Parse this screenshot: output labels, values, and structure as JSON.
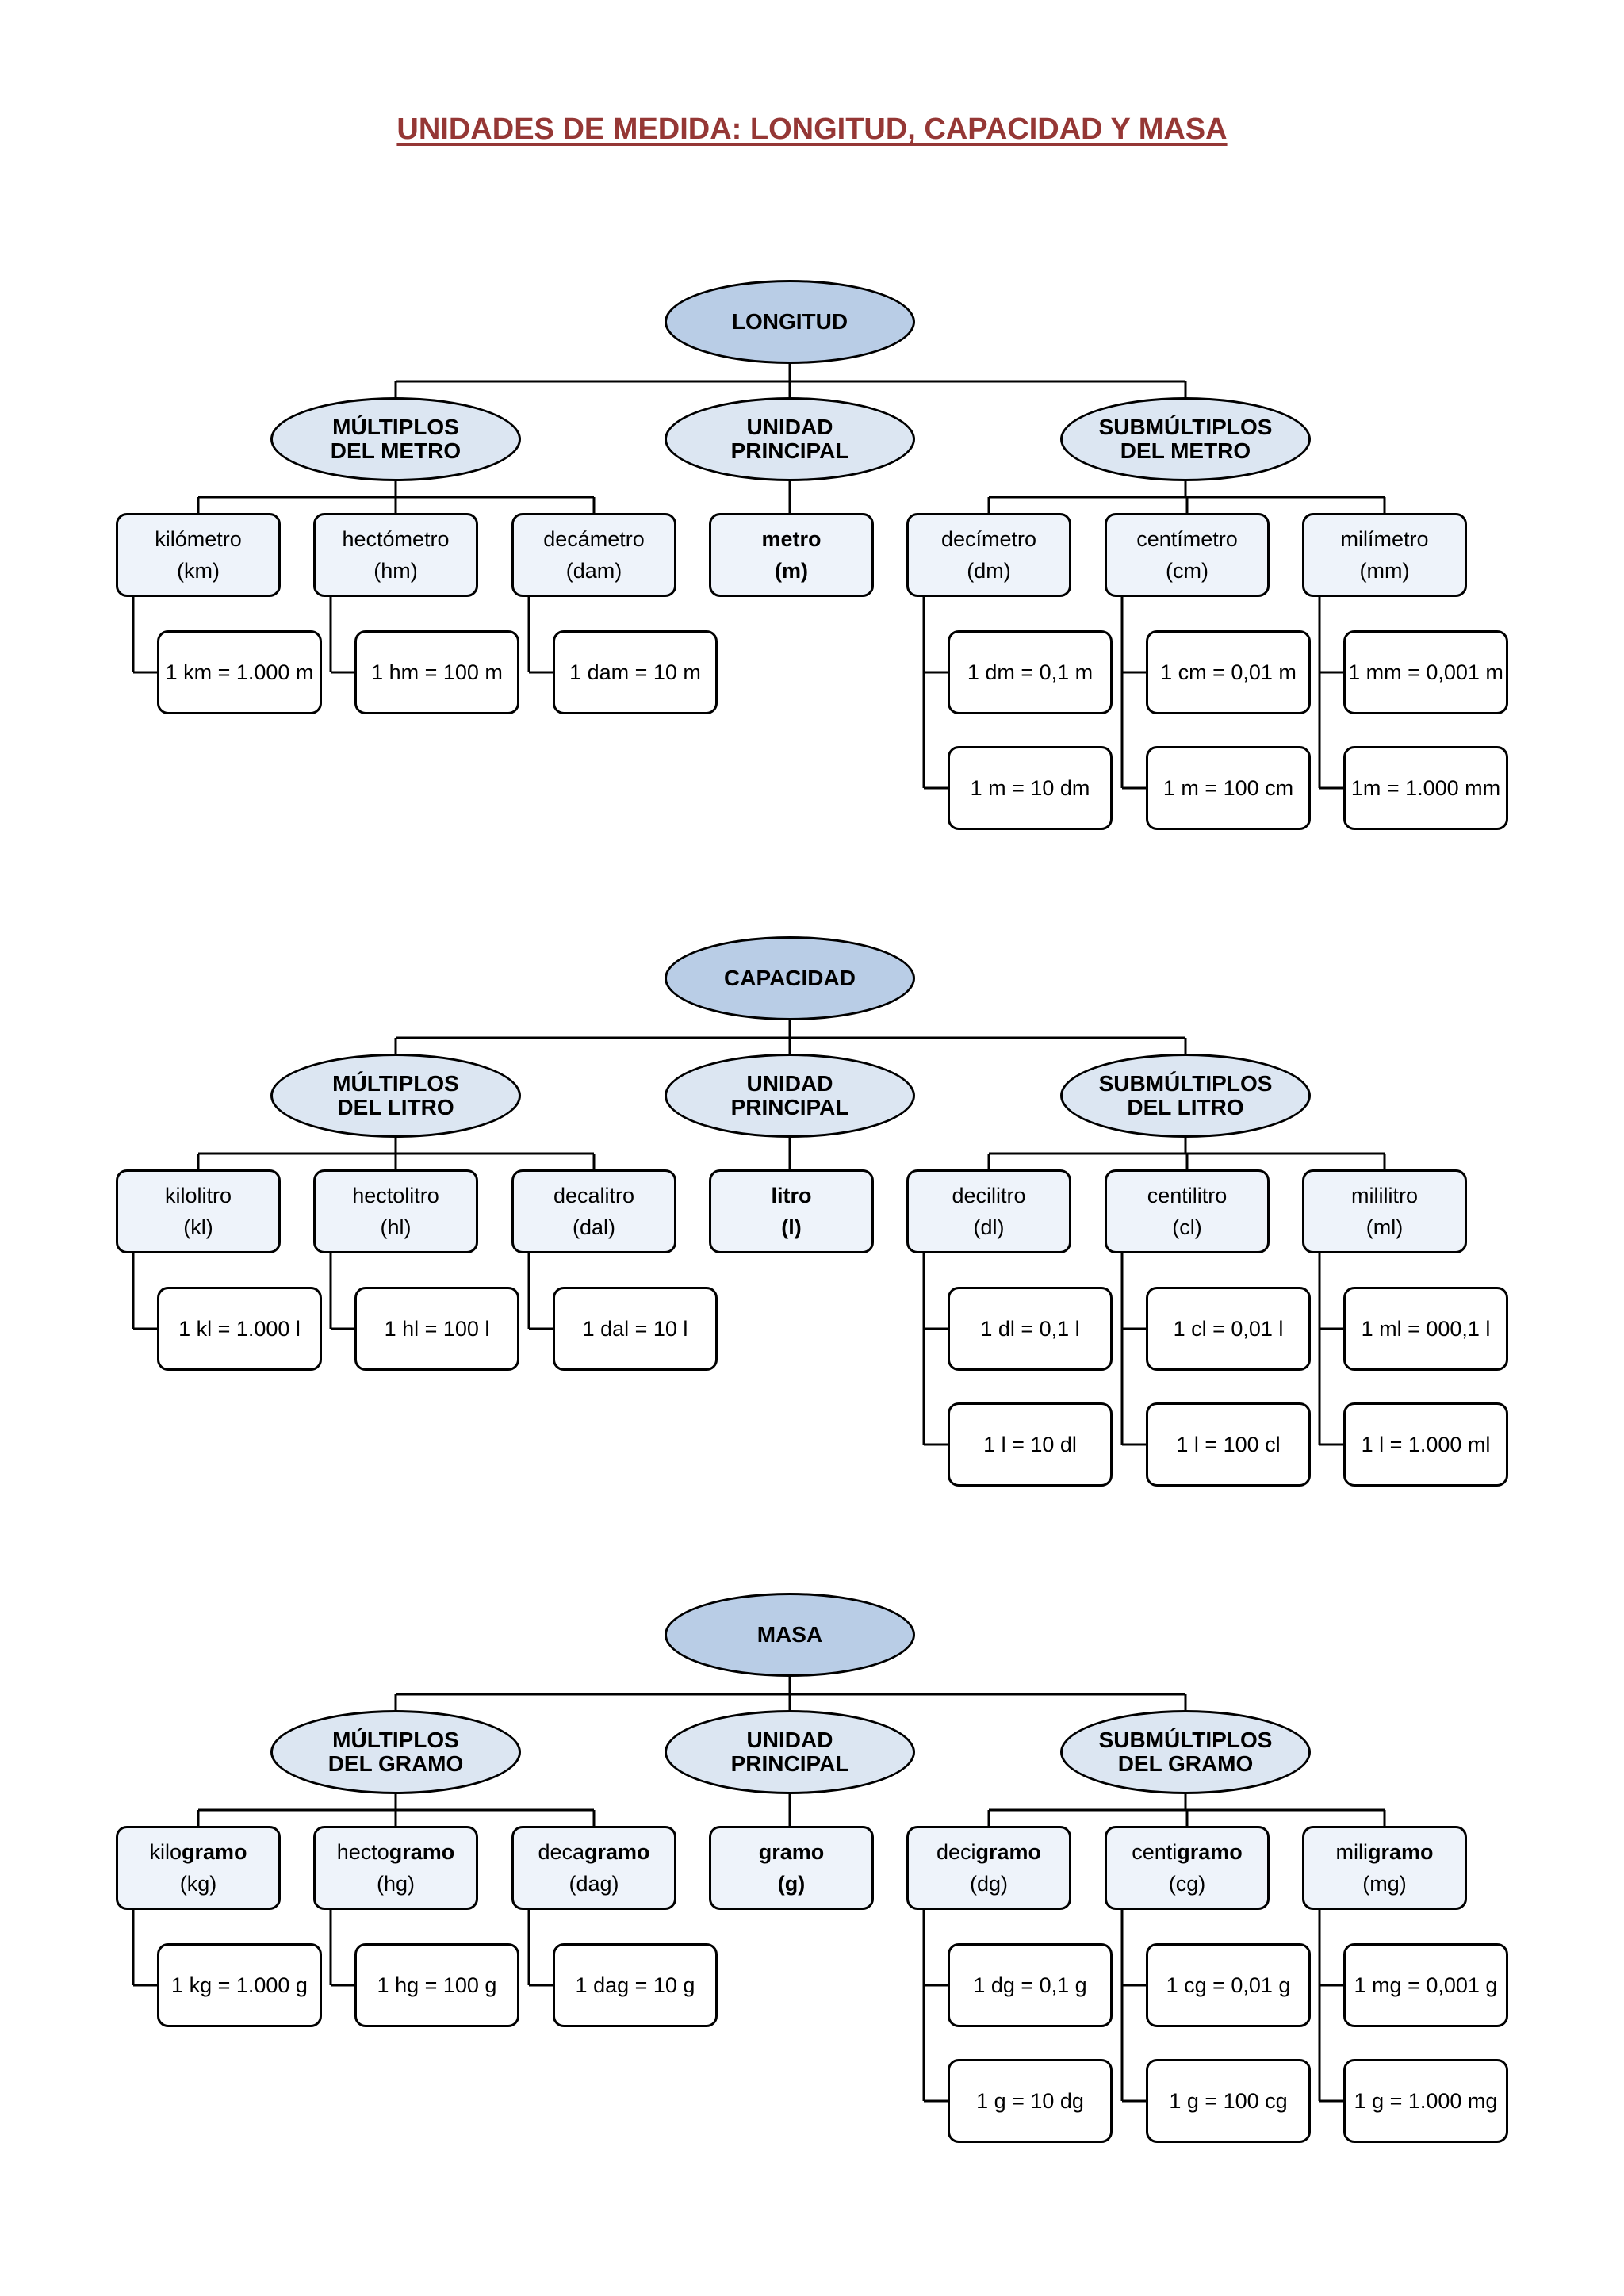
{
  "title": "UNIDADES DE MEDIDA: LONGITUD, CAPACIDAD Y MASA",
  "sections": [
    {
      "root": "LONGITUD",
      "groups": [
        {
          "line1": "MÚLTIPLOS",
          "line2": "DEL METRO"
        },
        {
          "line1": "UNIDAD",
          "line2": "PRINCIPAL"
        },
        {
          "line1": "SUBMÚLTIPLOS",
          "line2": "DEL METRO"
        }
      ],
      "units": [
        {
          "prefix": "kilómetro",
          "root": "",
          "abbr": "(km)",
          "eqs": [
            "1 km = 1.000 m"
          ]
        },
        {
          "prefix": "hectómetro",
          "root": "",
          "abbr": "(hm)",
          "eqs": [
            "1 hm = 100 m"
          ]
        },
        {
          "prefix": "decámetro",
          "root": "",
          "abbr": "(dam)",
          "eqs": [
            "1 dam = 10 m"
          ]
        },
        {
          "prefix": "",
          "root": "metro",
          "abbr": "(m)",
          "eqs": []
        },
        {
          "prefix": "decímetro",
          "root": "",
          "abbr": "(dm)",
          "eqs": [
            "1 dm = 0,1 m",
            "1 m = 10 dm"
          ]
        },
        {
          "prefix": "centímetro",
          "root": "",
          "abbr": "(cm)",
          "eqs": [
            "1 cm = 0,01 m",
            "1 m = 100 cm"
          ]
        },
        {
          "prefix": "milímetro",
          "root": "",
          "abbr": "(mm)",
          "eqs": [
            "1 mm = 0,001 m",
            "1m = 1.000 mm"
          ]
        }
      ]
    },
    {
      "root": "CAPACIDAD",
      "groups": [
        {
          "line1": "MÚLTIPLOS",
          "line2": "DEL LITRO"
        },
        {
          "line1": "UNIDAD",
          "line2": "PRINCIPAL"
        },
        {
          "line1": "SUBMÚLTIPLOS",
          "line2": "DEL LITRO"
        }
      ],
      "units": [
        {
          "prefix": "kilolitro",
          "root": "",
          "abbr": "(kl)",
          "eqs": [
            "1 kl = 1.000 l"
          ]
        },
        {
          "prefix": "hectolitro",
          "root": "",
          "abbr": "(hl)",
          "eqs": [
            "1 hl = 100 l"
          ]
        },
        {
          "prefix": "decalitro",
          "root": "",
          "abbr": "(dal)",
          "eqs": [
            "1 dal = 10 l"
          ]
        },
        {
          "prefix": "",
          "root": "litro",
          "abbr": "(l)",
          "eqs": []
        },
        {
          "prefix": "decilitro",
          "root": "",
          "abbr": "(dl)",
          "eqs": [
            "1 dl = 0,1 l",
            "1 l = 10 dl"
          ]
        },
        {
          "prefix": "centilitro",
          "root": "",
          "abbr": "(cl)",
          "eqs": [
            "1 cl = 0,01 l",
            "1 l = 100 cl"
          ]
        },
        {
          "prefix": "mililitro",
          "root": "",
          "abbr": "(ml)",
          "eqs": [
            "1 ml = 000,1 l",
            "1 l = 1.000 ml"
          ]
        }
      ]
    },
    {
      "root": "MASA",
      "groups": [
        {
          "line1": "MÚLTIPLOS",
          "line2": "DEL GRAMO"
        },
        {
          "line1": "UNIDAD",
          "line2": "PRINCIPAL"
        },
        {
          "line1": "SUBMÚLTIPLOS",
          "line2": "DEL GRAMO"
        }
      ],
      "units": [
        {
          "prefix": "kilo",
          "root": "gramo",
          "abbr": "(kg)",
          "eqs": [
            "1 kg = 1.000 g"
          ]
        },
        {
          "prefix": "hecto",
          "root": "gramo",
          "abbr": "(hg)",
          "eqs": [
            "1 hg = 100 g"
          ]
        },
        {
          "prefix": "deca",
          "root": "gramo",
          "abbr": "(dag)",
          "eqs": [
            "1 dag = 10 g"
          ]
        },
        {
          "prefix": "",
          "root": "gramo",
          "abbr": "(g)",
          "eqs": []
        },
        {
          "prefix": "deci",
          "root": "gramo",
          "abbr": "(dg)",
          "eqs": [
            "1 dg = 0,1 g",
            "1 g = 10 dg"
          ]
        },
        {
          "prefix": "centi",
          "root": "gramo",
          "abbr": "(cg)",
          "eqs": [
            "1 cg = 0,01 g",
            "1 g = 100 cg"
          ]
        },
        {
          "prefix": "mili",
          "root": "gramo",
          "abbr": "(mg)",
          "eqs": [
            "1 mg = 0,001 g",
            "1 g = 1.000 mg"
          ]
        }
      ]
    }
  ]
}
